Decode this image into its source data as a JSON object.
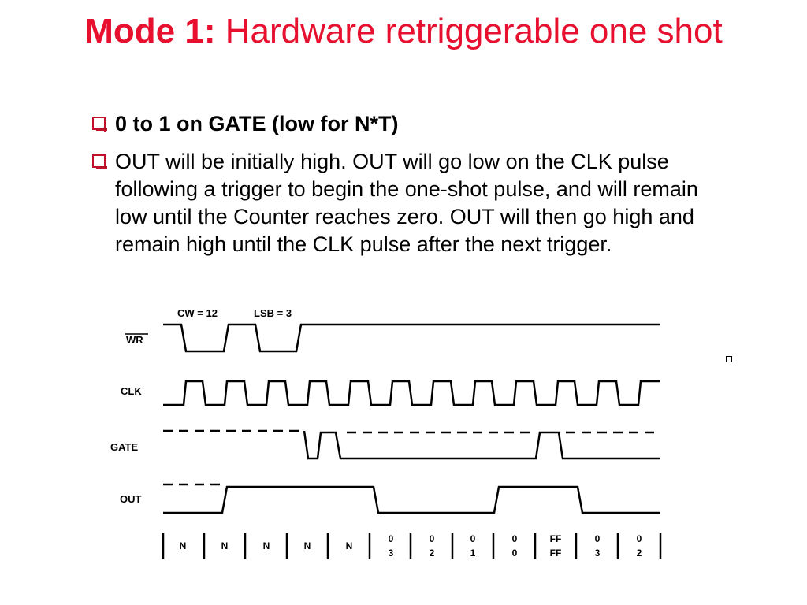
{
  "slide": {
    "title_bold": "Mode 1:",
    "title_rest": " Hardware retriggerable one shot",
    "bullets": [
      {
        "text": "0 to 1 on GATE (low for N*T)",
        "bold": true
      },
      {
        "text": "OUT will be initially high. OUT will go low on the CLK pulse following a trigger to begin the one-shot pulse, and will remain low until the Counter reaches zero. OUT will then go high and remain high until the CLK pulse after the next trigger.",
        "bold": false
      }
    ]
  },
  "timing": {
    "top_labels": {
      "cw": "CW = 12",
      "lsb": "LSB = 3"
    },
    "signals": [
      {
        "name": "WR",
        "overline": true
      },
      {
        "name": "CLK",
        "overline": false
      },
      {
        "name": "GATE",
        "overline": false
      },
      {
        "name": "OUT",
        "overline": false
      }
    ],
    "counter_values": [
      [
        "N"
      ],
      [
        "N"
      ],
      [
        "N"
      ],
      [
        "N"
      ],
      [
        "N"
      ],
      [
        "0",
        "3"
      ],
      [
        "0",
        "2"
      ],
      [
        "0",
        "1"
      ],
      [
        "0",
        "0"
      ],
      [
        "FF",
        "FF"
      ],
      [
        "0",
        "3"
      ],
      [
        "0",
        "2"
      ]
    ]
  },
  "colors": {
    "title": "#e8102f",
    "bullet_box": "#c0102a",
    "text": "#000000"
  }
}
